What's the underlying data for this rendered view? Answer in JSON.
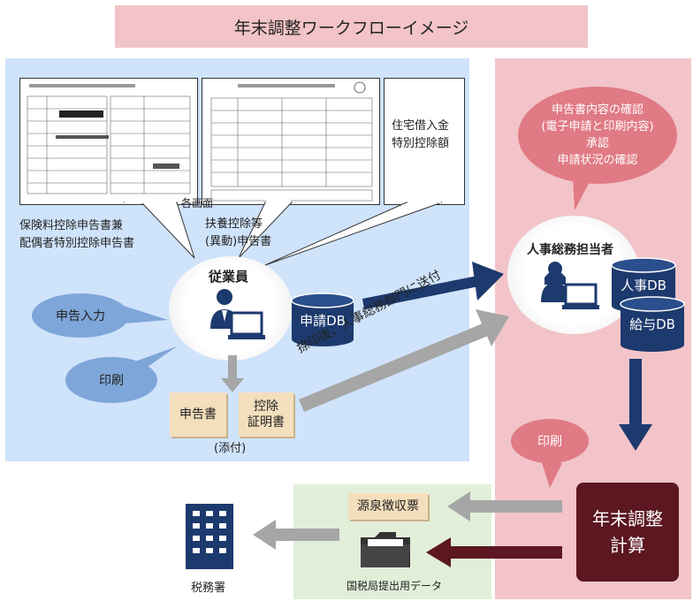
{
  "title": "年末調整ワークフローイメージ",
  "forms": {
    "insurance_label_1": "保険料控除申告書兼",
    "insurance_label_2": "配偶者特別控除申告書",
    "dependent_label_1": "扶養控除等",
    "dependent_label_2": "(異動)申告書",
    "each_screen": "各画面",
    "housing_label_1": "住宅借入金",
    "housing_label_2": "特別控除額"
  },
  "employee": {
    "label": "従業員",
    "db_label": "申請DB",
    "input_bubble": "申告入力",
    "print_bubble": "印刷",
    "doc_declaration": "申告書",
    "doc_deduction_1": "控除",
    "doc_deduction_2": "証明書",
    "attached": "(添付)",
    "send_label": "捺印後、人事総務部門に送付"
  },
  "hr": {
    "speech_1": "申告書内容の確認",
    "speech_2": "(電子申請と印刷内容)",
    "speech_3": "承認",
    "speech_4": "申請状況の確認",
    "label": "人事総務担当者",
    "db_personnel": "人事DB",
    "db_payroll": "給与DB",
    "print_bubble": "印刷",
    "calc_1": "年末調整",
    "calc_2": "計算"
  },
  "output": {
    "withholding": "源泉徴収票",
    "tax_data": "国税局提出用データ",
    "tax_office": "税務署"
  },
  "colors": {
    "navy": "#1d3a6e",
    "gray_arrow": "#a6a6a6",
    "dark_red": "#5c1721",
    "blue_bubble": "#7fa6d8",
    "red_bubble": "#e07a84"
  }
}
